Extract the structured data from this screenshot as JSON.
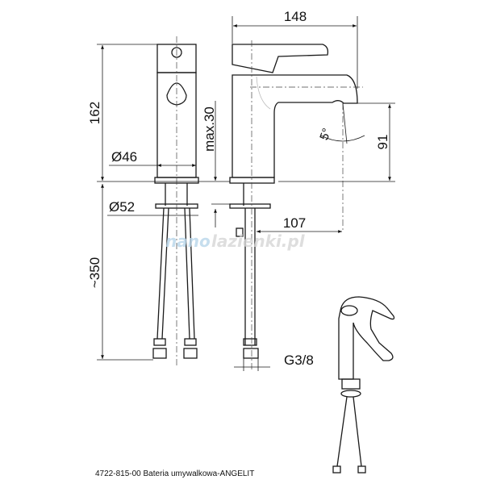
{
  "drawing": {
    "dimensions": {
      "width_total": "148",
      "height_total": "162",
      "max_thickness": "max.30",
      "body_diameter": "Ø46",
      "base_diameter": "Ø52",
      "hose_length": "~350",
      "spout_height": "91",
      "spout_angle": "5°",
      "spout_reach": "107",
      "connection_thread": "G3/8"
    },
    "watermark": {
      "brand_part1": "nano",
      "brand_part2": "lazienki.pl"
    },
    "caption": "4722-815-00 Bateria umywalkowa-ANGELIT"
  },
  "colors": {
    "line": "#1a1a1a",
    "watermark_blue": "#b9d6ea",
    "watermark_grey": "#d6d6d6"
  }
}
